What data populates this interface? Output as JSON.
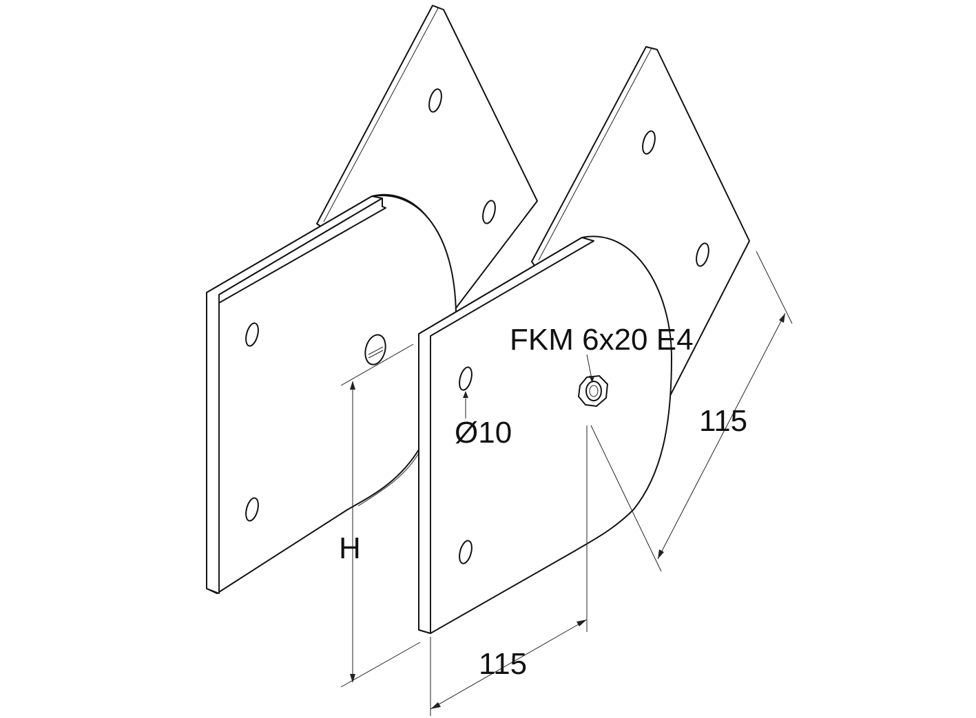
{
  "labels": {
    "fastener": "FKM 6x20 E4",
    "hole_diameter": "Ø10",
    "height": "H",
    "width_front": "115",
    "width_side": "115"
  },
  "colors": {
    "line": "#111111",
    "background": "#ffffff"
  }
}
